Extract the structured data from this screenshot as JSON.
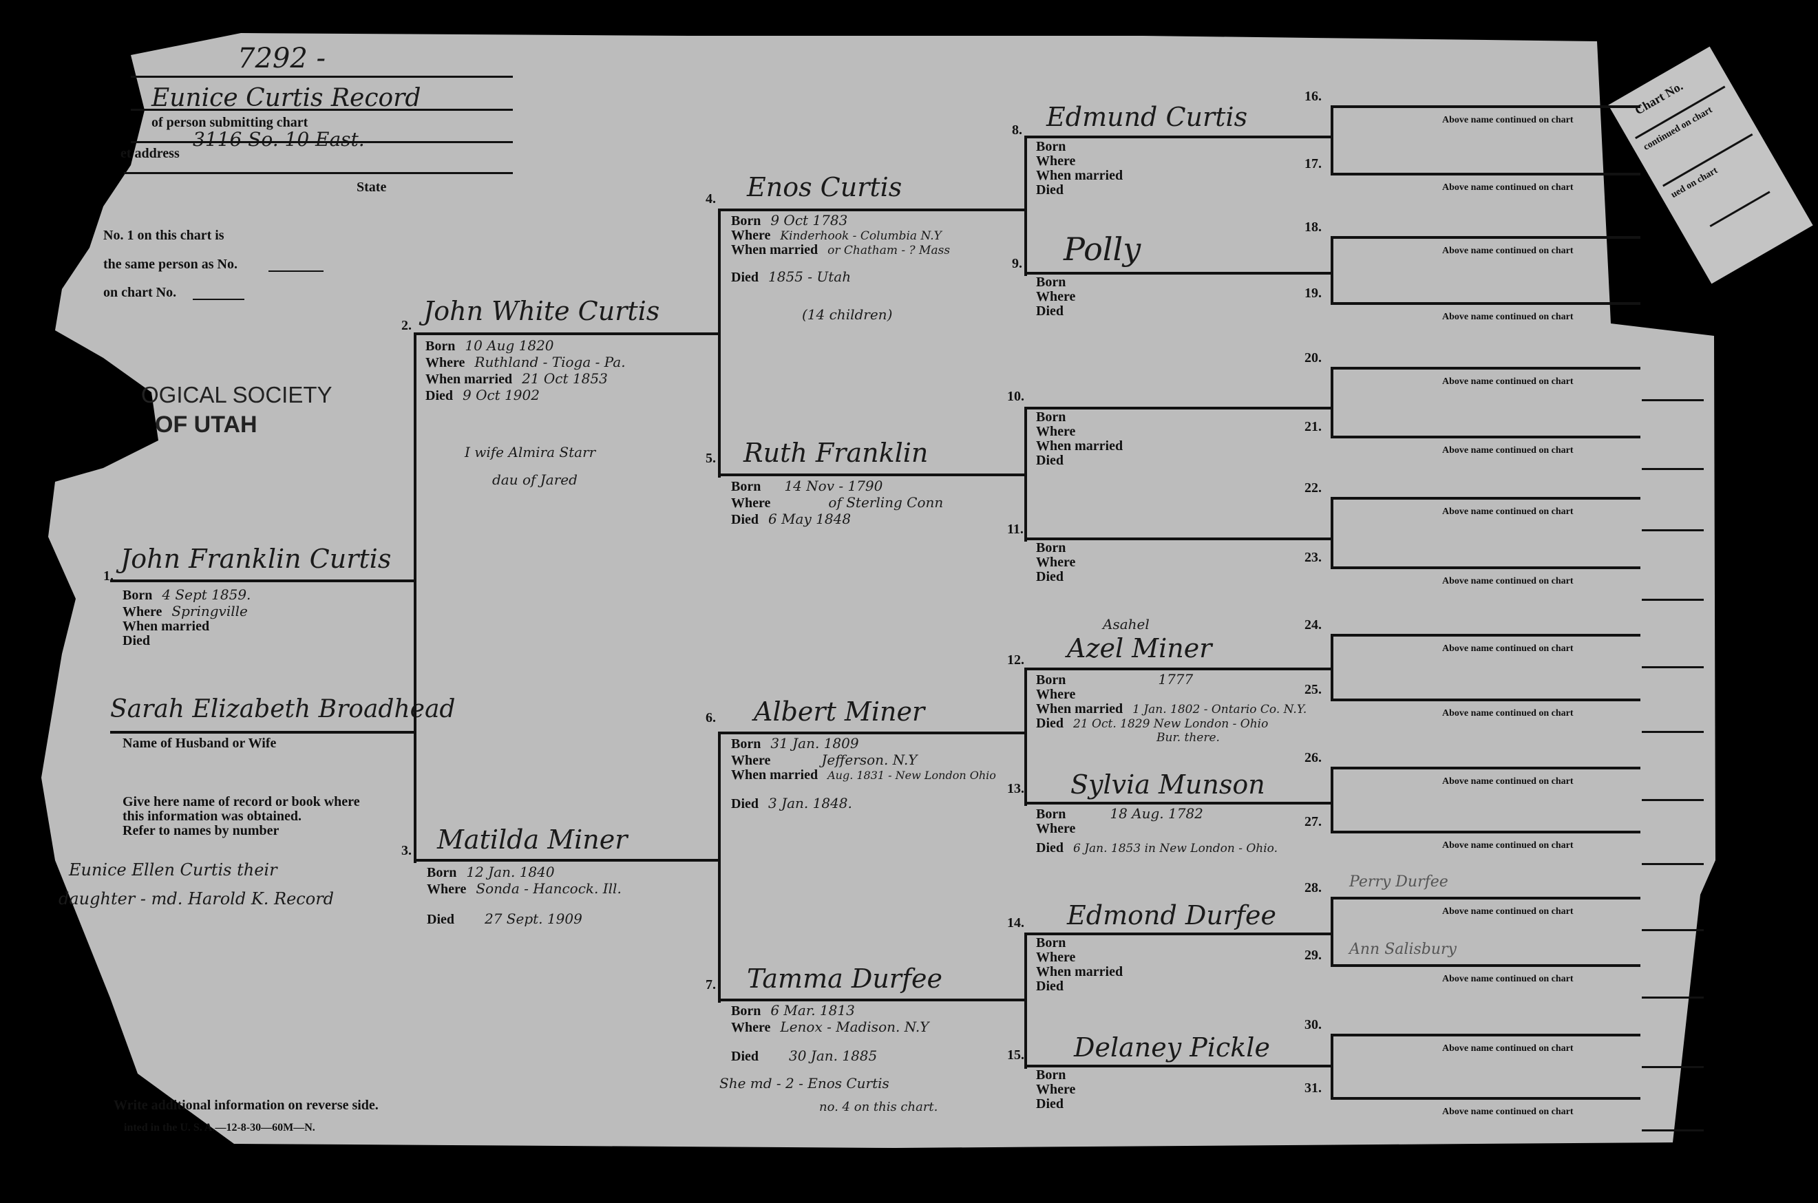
{
  "header": {
    "chart_id": "7292 -",
    "submitter_name": "Eunice Curtis Record",
    "submitter_label": "of person submitting chart",
    "street": "3116 So. 10 East.",
    "street_label": "et address",
    "state_label": "State",
    "same_person_1": "No. 1 on this chart is",
    "same_person_2": "the same person as No.",
    "on_chart": "on chart No.",
    "society_1": "OGICAL SOCIETY",
    "society_2": "OF UTAH"
  },
  "labels": {
    "born": "Born",
    "where": "Where",
    "when_married": "When married",
    "died": "Died",
    "spouse": "Name of Husband or Wife",
    "source_1": "Give here name of record or book where",
    "source_2": "this information was obtained.",
    "source_3": "Refer to names by number",
    "footer_1": "Write additional information on reverse side.",
    "footer_2": "inted in the U. S. A.—12-8-30—60M—N.",
    "continued": "Above name continued on chart"
  },
  "source_note": [
    "Eunice Ellen Curtis their",
    "daughter - md. Harold K. Record"
  ],
  "spouse_name": "Sarah Elizabeth Broadhead",
  "persons": {
    "p1": {
      "num": "1.",
      "name": "John Franklin Curtis",
      "born": "4 Sept 1859.",
      "where": "Springville",
      "married": "",
      "died": ""
    },
    "p2": {
      "num": "2.",
      "name": "John White Curtis",
      "born": "10 Aug 1820",
      "where": "Ruthland - Tioga - Pa.",
      "married": "21 Oct 1853",
      "died": "9 Oct 1902",
      "note": [
        "I wife Almira Starr",
        "dau of Jared"
      ]
    },
    "p3": {
      "num": "3.",
      "name": "Matilda Miner",
      "born": "12 Jan. 1840",
      "where": "Sonda - Hancock. Ill.",
      "died": "27 Sept. 1909"
    },
    "p4": {
      "num": "4.",
      "name": "Enos Curtis",
      "born": "9 Oct 1783",
      "where": "Kinderhook - Columbia N.Y",
      "married": "or Chatham - ? Mass",
      "died": "1855 - Utah",
      "note": "(14 children)"
    },
    "p5": {
      "num": "5.",
      "name": "Ruth Franklin",
      "born": "14 Nov - 1790",
      "where": "of Sterling Conn",
      "died": "6 May 1848"
    },
    "p6": {
      "num": "6.",
      "name": "Albert Miner",
      "born": "31 Jan. 1809",
      "where": "Jefferson. N.Y",
      "married": "Aug. 1831 - New London Ohio",
      "died": "3 Jan. 1848."
    },
    "p7": {
      "num": "7.",
      "name": "Tamma Durfee",
      "born": "6 Mar. 1813",
      "where": "Lenox - Madison. N.Y",
      "died": "30 Jan. 1885",
      "note": [
        "She md - 2 - Enos Curtis",
        "no. 4 on this chart."
      ]
    },
    "p8": {
      "num": "8.",
      "name": "Edmund Curtis"
    },
    "p9": {
      "num": "9.",
      "name": "Polly"
    },
    "p10": {
      "num": "10."
    },
    "p11": {
      "num": "11."
    },
    "p12": {
      "num": "12.",
      "name": "Azel Miner",
      "alt_name": "Asahel",
      "born": "1777",
      "married": "1 Jan. 1802 - Ontario Co. N.Y.",
      "died": "21 Oct. 1829 New London - Ohio",
      "died_note": "Bur. there."
    },
    "p13": {
      "num": "13.",
      "name": "Sylvia Munson",
      "born": "18 Aug. 1782",
      "died": "6 Jan. 1853 in New London - Ohio."
    },
    "p14": {
      "num": "14.",
      "name": "Edmond Durfee"
    },
    "p15": {
      "num": "15.",
      "name": "Delaney Pickle"
    }
  },
  "gen5": [
    {
      "num": "16.",
      "name": ""
    },
    {
      "num": "17.",
      "name": ""
    },
    {
      "num": "18.",
      "name": ""
    },
    {
      "num": "19.",
      "name": ""
    },
    {
      "num": "20.",
      "name": ""
    },
    {
      "num": "21.",
      "name": ""
    },
    {
      "num": "22.",
      "name": ""
    },
    {
      "num": "23.",
      "name": ""
    },
    {
      "num": "24.",
      "name": ""
    },
    {
      "num": "25.",
      "name": ""
    },
    {
      "num": "26.",
      "name": ""
    },
    {
      "num": "27.",
      "name": ""
    },
    {
      "num": "28.",
      "name": "Perry Durfee"
    },
    {
      "num": "29.",
      "name": "Ann Salisbury"
    },
    {
      "num": "30.",
      "name": ""
    },
    {
      "num": "31.",
      "name": ""
    }
  ],
  "flap": {
    "chart_no": "Chart No.",
    "continued_1": "continued on chart",
    "continued_2": "ued on chart"
  }
}
